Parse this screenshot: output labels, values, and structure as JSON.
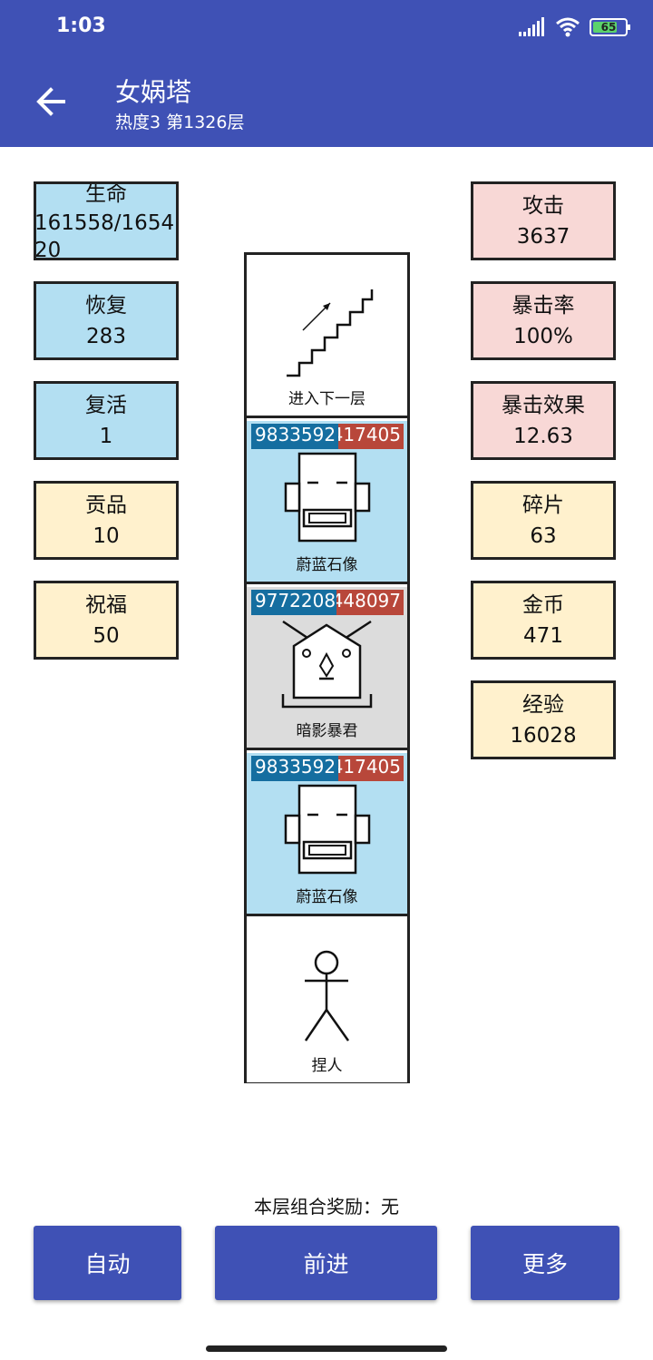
{
  "status": {
    "time": "1:03",
    "battery": "65"
  },
  "header": {
    "title": "女娲塔",
    "subtitle": "热度3 第1326层"
  },
  "left_stats": [
    {
      "label": "生命",
      "value": "161558/165420"
    },
    {
      "label": "恢复",
      "value": "283"
    },
    {
      "label": "复活",
      "value": "1"
    },
    {
      "label": "贡品",
      "value": "10"
    },
    {
      "label": "祝福",
      "value": "50"
    }
  ],
  "right_stats": [
    {
      "label": "攻击",
      "value": "3637"
    },
    {
      "label": "暴击率",
      "value": "100%"
    },
    {
      "label": "暴击效果",
      "value": "12.63"
    },
    {
      "label": "碎片",
      "value": "63"
    },
    {
      "label": "金币",
      "value": "471"
    },
    {
      "label": "经验",
      "value": "16028"
    }
  ],
  "tower": [
    {
      "label": "进入下一层",
      "icon": "stairs-icon"
    },
    {
      "label": "蔚蓝石像",
      "icon": "azure-statue-icon",
      "hp": "9833592",
      "atk": "417405"
    },
    {
      "label": "暗影暴君",
      "icon": "shadow-tyrant-icon",
      "hp": "9772208",
      "atk": "448097"
    },
    {
      "label": "蔚蓝石像",
      "icon": "azure-statue-icon",
      "hp": "9833592",
      "atk": "417405"
    },
    {
      "label": "捏人",
      "icon": "stick-figure-icon"
    }
  ],
  "bonus": "本层组合奖励：无",
  "buttons": {
    "auto": "自动",
    "forward": "前进",
    "more": "更多"
  },
  "colors": {
    "primary": "#3f51b5",
    "blue_cell": "#b3dff2",
    "pink_cell": "#f8d8d6",
    "yellow_cell": "#fff1cd"
  }
}
